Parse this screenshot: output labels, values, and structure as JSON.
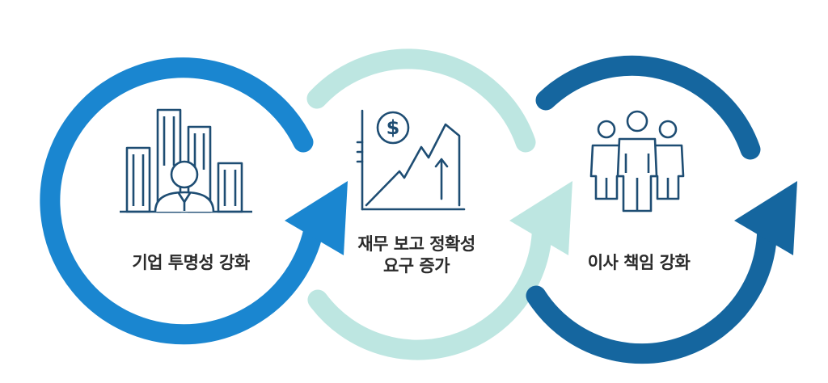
{
  "steps": [
    {
      "label": "기업 투명성 강화",
      "icon": "corporate-buildings-person-icon",
      "color": "#1a86d0"
    },
    {
      "label_line1": "재무 보고 정확성",
      "label_line2": "요구 증가",
      "icon": "financial-growth-chart-icon",
      "color": "#bde6e1"
    },
    {
      "label": "이사 책임 강화",
      "icon": "board-people-group-icon",
      "color": "#15669f"
    }
  ],
  "icon_color": "#1e4d73"
}
